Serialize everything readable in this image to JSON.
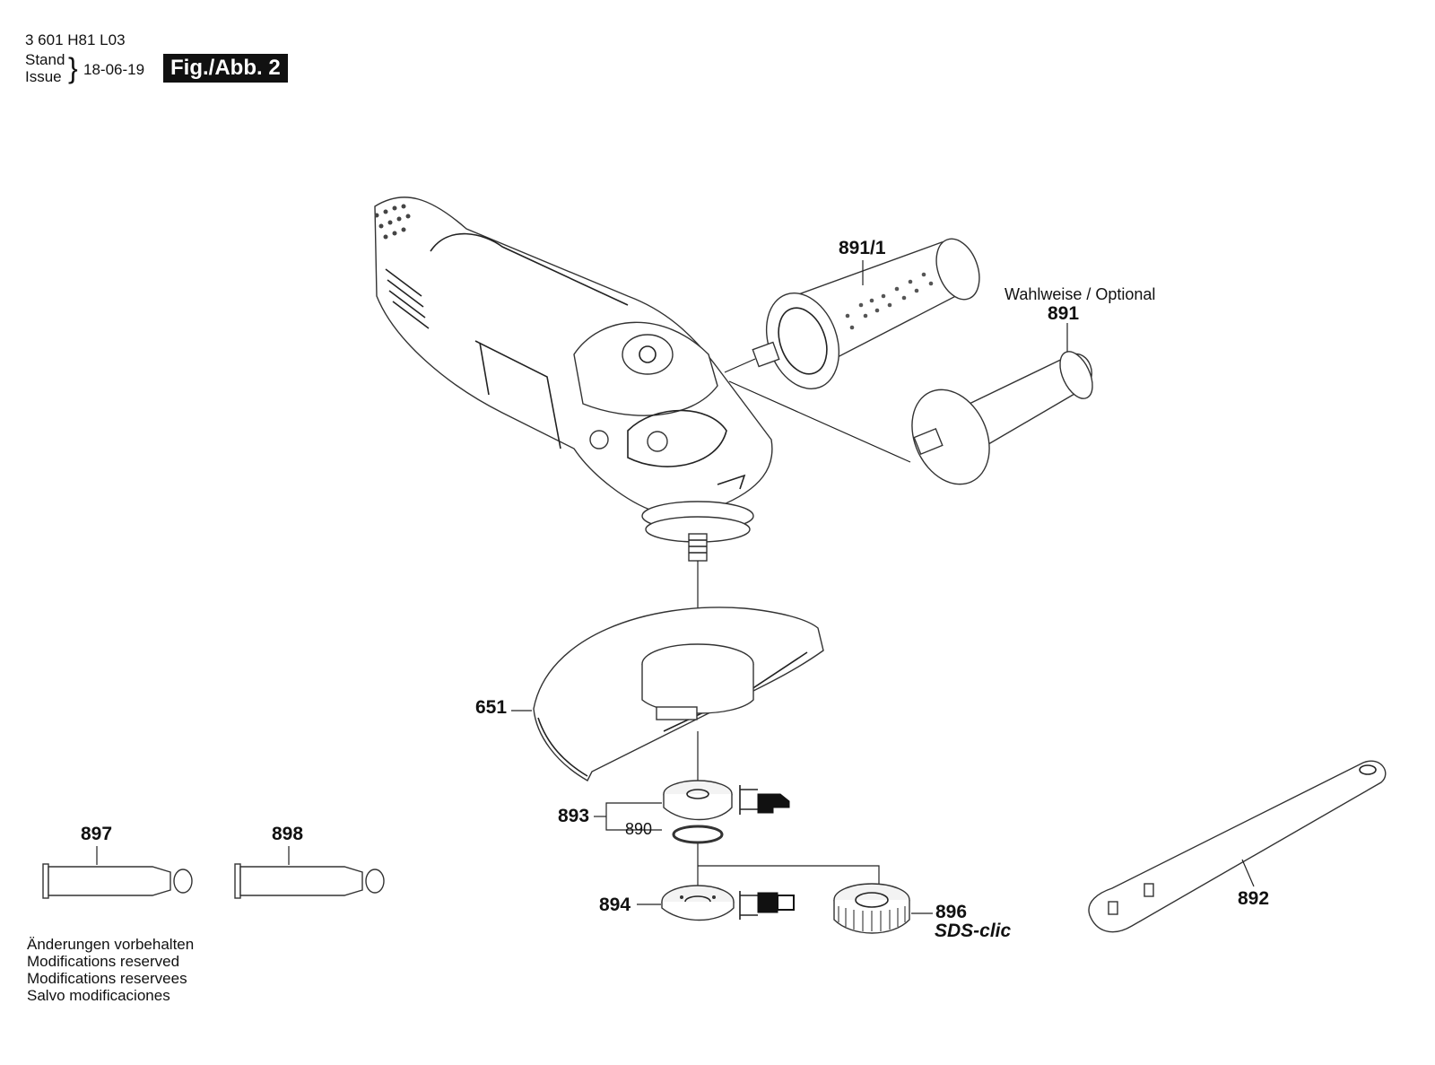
{
  "header": {
    "part_number": "3 601 H81 L03",
    "stand_label": "Stand",
    "issue_label": "Issue",
    "brace": "}",
    "date": "18-06-19",
    "figure_tag": "Fig./Abb. 2"
  },
  "labels": {
    "p891_1": "891/1",
    "optional": "Wahlweise / Optional",
    "p891": "891",
    "p651": "651",
    "p893": "893",
    "p890": "890",
    "p894": "894",
    "p896": "896",
    "sds_clic": "SDS-clic",
    "p897": "897",
    "p898": "898",
    "p892": "892"
  },
  "notes": [
    "Änderungen vorbehalten",
    "Modifications reserved",
    "Modifications reservees",
    "Salvo modificaciones"
  ]
}
